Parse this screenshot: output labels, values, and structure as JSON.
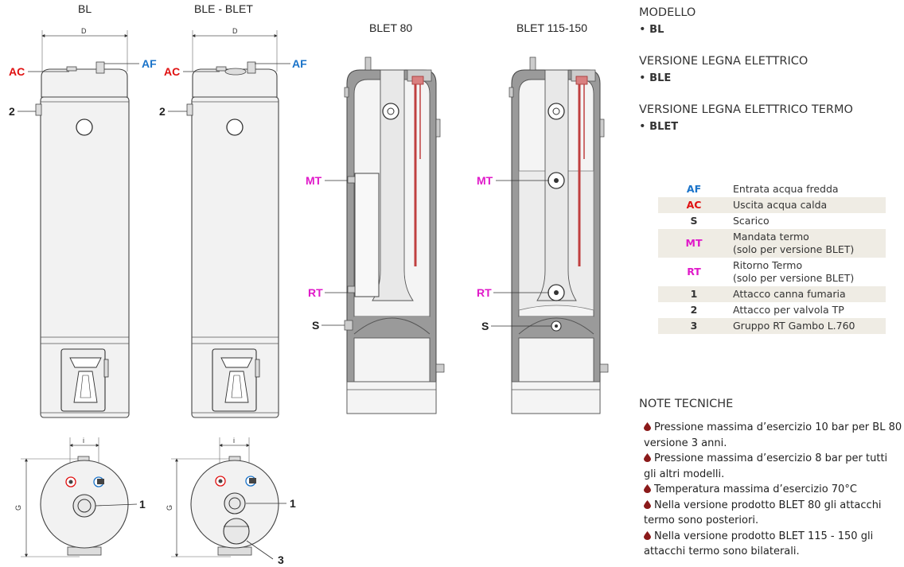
{
  "colors": {
    "af": "#1a73c9",
    "ac": "#e01010",
    "termo": "#e019c9",
    "drop": "#8b1a1a",
    "shade": "#efece4"
  },
  "titles": {
    "bl": "BL",
    "ble": "BLE - BLET",
    "blet80": "BLET 80",
    "blet115": "BLET 115-150"
  },
  "dims": {
    "d": "D",
    "i": "i",
    "g": "G"
  },
  "labels": {
    "ac": "AC",
    "af": "AF",
    "mt": "MT",
    "rt": "RT",
    "s": "S",
    "n1": "1",
    "n2": "2",
    "n3": "3"
  },
  "side": {
    "modello_h": "MODELLO",
    "modello_v": "BL",
    "ble_h": "VERSIONE LEGNA ELETTRICO",
    "ble_v": "BLE",
    "blet_h": "VERSIONE LEGNA ELETTRICO TERMO",
    "blet_v": "BLET"
  },
  "legend": [
    {
      "code": "AF",
      "desc": "Entrata acqua fredda",
      "color": "#1a73c9"
    },
    {
      "code": "AC",
      "desc": "Uscita acqua calda",
      "color": "#e01010"
    },
    {
      "code": "S",
      "desc": "Scarico",
      "color": "#222"
    },
    {
      "code": "MT",
      "desc": "Mandata termo",
      "desc2": "(solo per versione BLET)",
      "color": "#e019c9"
    },
    {
      "code": "RT",
      "desc": "Ritorno Termo",
      "desc2": "(solo per versione BLET)",
      "color": "#e019c9"
    },
    {
      "code": "1",
      "desc": "Attacco canna fumaria",
      "color": "#222"
    },
    {
      "code": "2",
      "desc": "Attacco per valvola TP",
      "color": "#222"
    },
    {
      "code": "3",
      "desc": "Gruppo RT  Gambo L.760",
      "color": "#222"
    }
  ],
  "notes": {
    "title": "NOTE TECNICHE",
    "items": [
      "Pressione massima d’esercizio 10 bar per BL 80 versione 3 anni.",
      "Pressione massima d’esercizio 8 bar per tutti gli altri modelli.",
      "Temperatura massima d’esercizio 70°C",
      "Nella versione prodotto BLET 80 gli attacchi termo sono posteriori.",
      "Nella versione prodotto BLET 115 - 150 gli attacchi termo sono bilaterali."
    ]
  }
}
